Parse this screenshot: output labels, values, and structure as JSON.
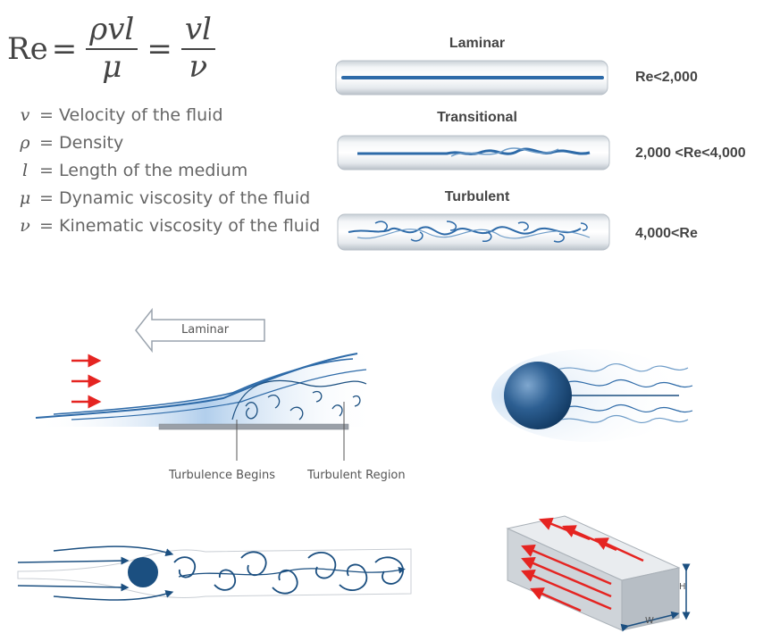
{
  "formula": {
    "lhs": "Re",
    "eq": "=",
    "frac1_num": "ρvl",
    "frac1_den": "μ",
    "frac2_num": "vl",
    "frac2_den": "ν"
  },
  "variables": [
    {
      "symbol": "v",
      "text": "= Velocity of the fluid"
    },
    {
      "symbol": "ρ",
      "text": "= Density"
    },
    {
      "symbol": "l",
      "text": "= Length of the medium"
    },
    {
      "symbol": "μ",
      "text": "= Dynamic viscosity of the fluid"
    },
    {
      "symbol": "ν",
      "text": "= Kinematic viscosity of the fluid"
    }
  ],
  "flows": [
    {
      "title": "Laminar",
      "range": "Re<2,000"
    },
    {
      "title": "Transitional",
      "range": "2,000 <Re<4,000"
    },
    {
      "title": "Turbulent",
      "range": "4,000<Re"
    }
  ],
  "plate_diagram": {
    "arrow_label": "Laminar",
    "label_begins": "Turbulence Begins",
    "label_region": "Turbulent Region"
  },
  "duct_diagram": {
    "height_label": "H",
    "width_label": "W"
  },
  "colors": {
    "flow_blue": "#2d6aa8",
    "dark_blue": "#1b4f80",
    "arrow_red": "#e52421",
    "pipe_grey": "#d8dde2"
  }
}
